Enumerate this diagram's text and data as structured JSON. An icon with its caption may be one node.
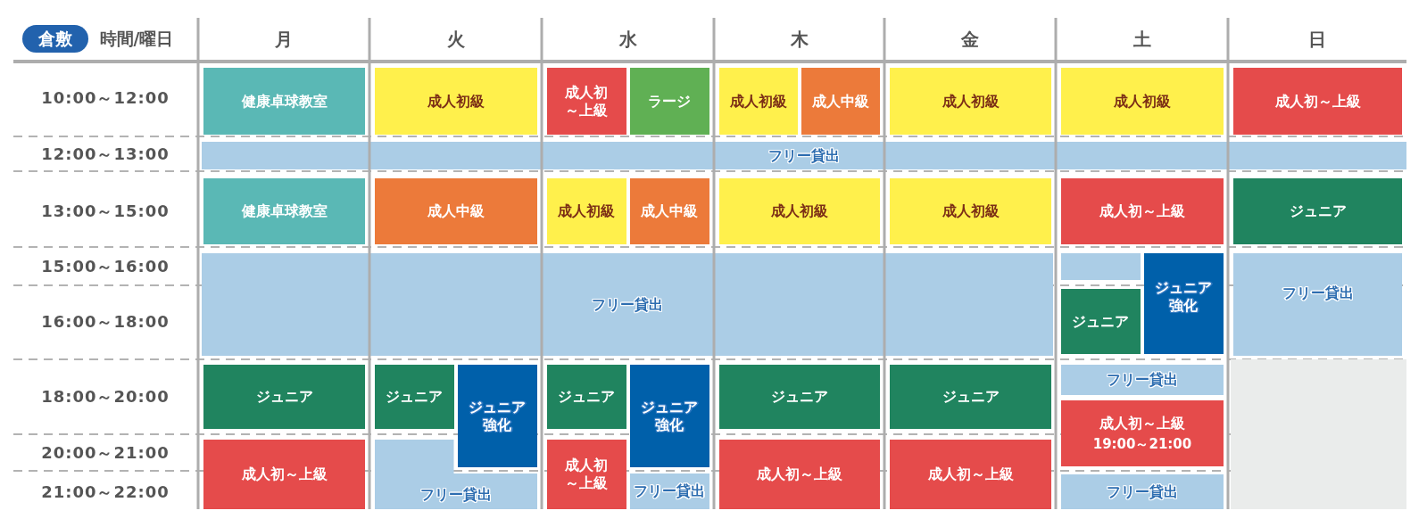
{
  "diagram": {
    "nodes": [
      {
        "text": [
          "倉敷"
        ]
      },
      {
        "text": [
          "健康卓球教室"
        ]
      },
      {
        "text": [
          "成人初級"
        ]
      },
      {
        "text": [
          "成人初～上級"
        ]
      },
      {
        "text": [
          "ラージ"
        ]
      },
      {
        "text": [
          "成人初級"
        ]
      },
      {
        "text": [
          "成人中級"
        ]
      },
      {
        "text": [
          "成人初級"
        ]
      },
      {
        "text": [
          "成人初級"
        ]
      },
      {
        "text": [
          "成人初～上級"
        ]
      },
      {
        "text": [
          "フリー貸出"
        ]
      },
      {
        "text": [
          "健康卓球教室"
        ]
      },
      {
        "text": [
          "成人中級"
        ]
      },
      {
        "text": [
          "成人初級"
        ]
      },
      {
        "text": [
          "成人中級"
        ]
      },
      {
        "text": [
          "成人初級"
        ]
      },
      {
        "text": [
          "成人初級"
        ]
      },
      {
        "text": [
          "成人初～上級"
        ]
      },
      {
        "text": [
          "ジュニア"
        ]
      },
      {
        "text": [
          "フリー貸出"
        ]
      },
      {
        "text": [],
        "shape": "box"
      },
      {
        "text": [
          "ジュニア強化"
        ]
      },
      {
        "text": [
          "フリー貸出"
        ]
      },
      {
        "text": [
          "ジュニア"
        ]
      },
      {
        "text": [
          "ジュニア"
        ]
      },
      {
        "text": [
          "ジュニア"
        ]
      },
      {
        "text": [
          "ジュニア強化"
        ]
      },
      {
        "text": [
          "ジュニア"
        ]
      },
      {
        "text": [
          "ジュニア強化"
        ]
      },
      {
        "text": [
          "ジュニア"
        ]
      },
      {
        "text": [
          "ジュニア"
        ]
      },
      {
        "text": [
          "フリー貸出"
        ]
      },
      {
        "text": [],
        "shape": "box"
      },
      {
        "text": [
          "成人初～上級",
          "19:00～21:00"
        ]
      },
      {
        "text": [
          "成人初～上級"
        ]
      },
      {
        "text": [
          "フリー貸出"
        ]
      },
      {
        "text": [
          "成人初～上級"
        ]
      },
      {
        "text": [
          "フリー貸出"
        ]
      },
      {
        "text": [
          "成人初～上級"
        ]
      },
      {
        "text": [
          "成人初～上級"
        ]
      },
      {
        "text": [
          "フリー貸出"
        ]
      }
    ],
    "labels": [
      "時間/曜日",
      "月",
      "火",
      "水",
      "木",
      "金",
      "土",
      "日",
      "10:00～12:00",
      "12:00～13:00",
      "13:00～15:00",
      "15:00～16:00",
      "16:00～18:00",
      "18:00～20:00",
      "20:00～21:00",
      "21:00～22:00"
    ]
  }
}
